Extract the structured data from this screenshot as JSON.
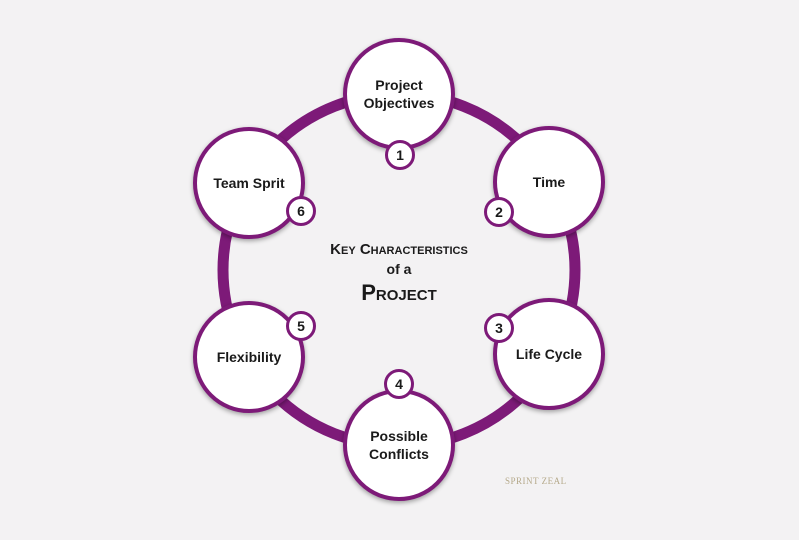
{
  "center": {
    "line1": "Key Characteristics",
    "line2": "of a",
    "line3": "Project"
  },
  "nodes": [
    {
      "label": "Project\nObjectives",
      "number": "1"
    },
    {
      "label": "Time",
      "number": "2"
    },
    {
      "label": "Life Cycle",
      "number": "3"
    },
    {
      "label": "Possible\nConflicts",
      "number": "4"
    },
    {
      "label": "Flexibility",
      "number": "5"
    },
    {
      "label": "Team Sprit",
      "number": "6"
    }
  ],
  "watermark": "SPRINT ZEAL",
  "colors": {
    "ring": "#7d1a78",
    "background": "#f3f2f3"
  }
}
